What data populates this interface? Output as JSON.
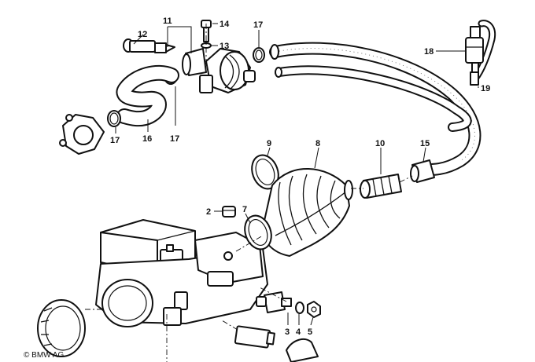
{
  "callouts": {
    "c1": "11",
    "c2": "14",
    "c3": "12",
    "c4": "13",
    "c5": "17",
    "c6": "18",
    "c7": "19",
    "c8": "17",
    "c9": "16",
    "c10": "17",
    "c11": "9",
    "c12": "8",
    "c13": "10",
    "c14": "15",
    "c15": "2",
    "c16": "7",
    "c17": "3",
    "c18": "4",
    "c19": "5"
  },
  "copyright": "© BMW AG"
}
